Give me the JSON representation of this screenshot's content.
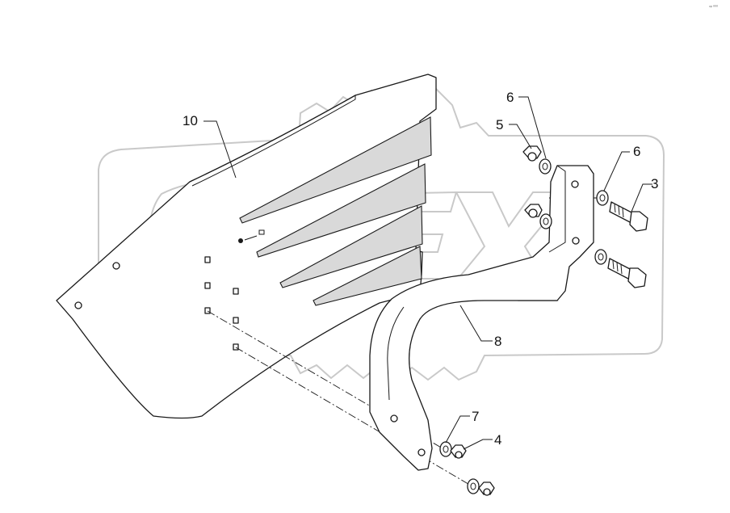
{
  "corner_code": "ᵒᵖ ⁰⁰⁰",
  "watermark": {
    "text": "OPEX"
  },
  "callouts": [
    {
      "id": "10",
      "label": "10"
    },
    {
      "id": "6a",
      "label": "6"
    },
    {
      "id": "5",
      "label": "5"
    },
    {
      "id": "6b",
      "label": "6"
    },
    {
      "id": "3",
      "label": "3"
    },
    {
      "id": "8",
      "label": "8"
    },
    {
      "id": "7",
      "label": "7"
    },
    {
      "id": "4",
      "label": "4"
    }
  ]
}
